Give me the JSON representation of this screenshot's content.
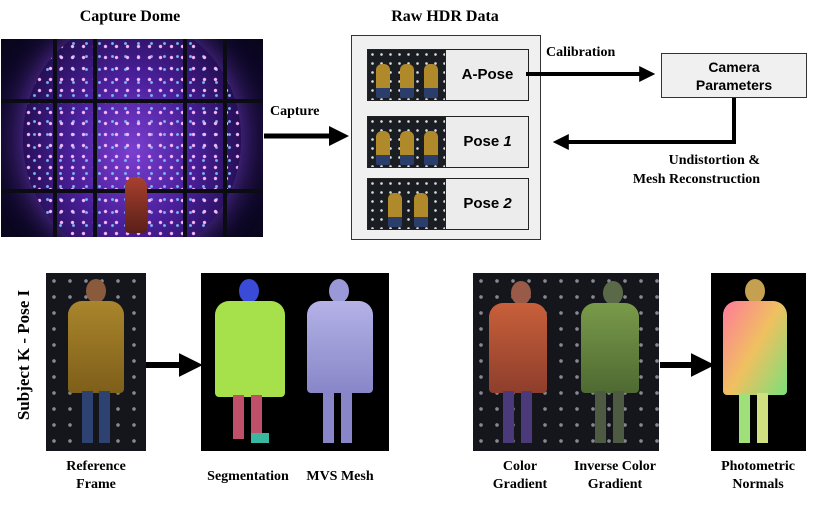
{
  "titles": {
    "capture_dome": "Capture Dome",
    "raw_hdr_data": "Raw HDR Data"
  },
  "poses": [
    {
      "label": "A-Pose"
    },
    {
      "label_prefix": "Pose ",
      "label_num": "1"
    },
    {
      "label_prefix": "Pose ",
      "label_num": "2"
    }
  ],
  "camera_parameters": {
    "line1": "Camera",
    "line2": "Parameters"
  },
  "edges": {
    "capture": "Capture",
    "calibration": "Calibration",
    "undistortion_line1": "Undistortion &",
    "undistortion_line2": "Mesh Reconstruction"
  },
  "subject_label": "Subject K - Pose I",
  "captions": {
    "reference_l1": "Reference",
    "reference_l2": "Frame",
    "segmentation": "Segmentation",
    "mvs_mesh": "MVS Mesh",
    "color_l1": "Color",
    "color_l2": "Gradient",
    "inverse_l1": "Inverse Color",
    "inverse_l2": "Gradient",
    "photometric_l1": "Photometric",
    "photometric_l2": "Normals"
  },
  "colors": {
    "panel_fill": "#f0f0f0",
    "seg_hair": "#3a4bd8",
    "seg_skin": "#6aa0e0",
    "seg_jacket": "#a6e04a",
    "seg_pants": "#c0506a",
    "seg_shoes": "#3ab7a0",
    "mesh": "#9a98d6"
  }
}
